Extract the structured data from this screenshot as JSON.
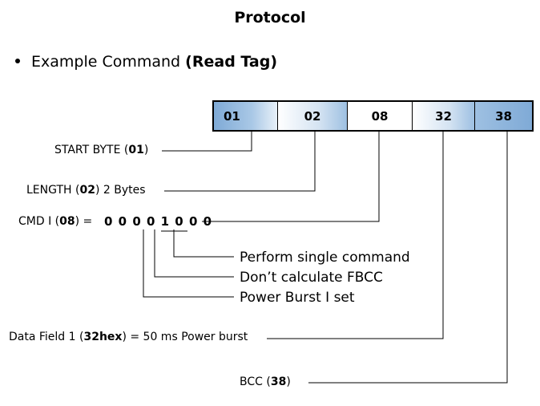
{
  "title": "Protocol",
  "bullet": {
    "prefix": "Example Command ",
    "bold": "(Read Tag)"
  },
  "frame": {
    "cells": [
      {
        "value": "01"
      },
      {
        "value": "02"
      },
      {
        "value": "08"
      },
      {
        "value": "32"
      },
      {
        "value": "38"
      }
    ]
  },
  "labels": {
    "start_byte": {
      "pre": "START BYTE (",
      "bold": "01",
      "post": ")"
    },
    "length": {
      "pre": "LENGTH (",
      "bold": "02",
      "post": ") 2 Bytes"
    },
    "cmd": {
      "pre": "CMD I (",
      "bold": "08",
      "post": ") ="
    },
    "cmd_bits": "0 0 0 0 1 0 0 0",
    "data_field": {
      "pre": "Data Field 1 (",
      "bold": "32hex",
      "post": ") = 50 ms Power burst"
    },
    "bcc": {
      "pre": "BCC (",
      "bold": "38",
      "post": ")"
    }
  },
  "bit_descriptions": [
    "Perform single command",
    "Don’t calculate FBCC",
    "Power Burst I set"
  ]
}
